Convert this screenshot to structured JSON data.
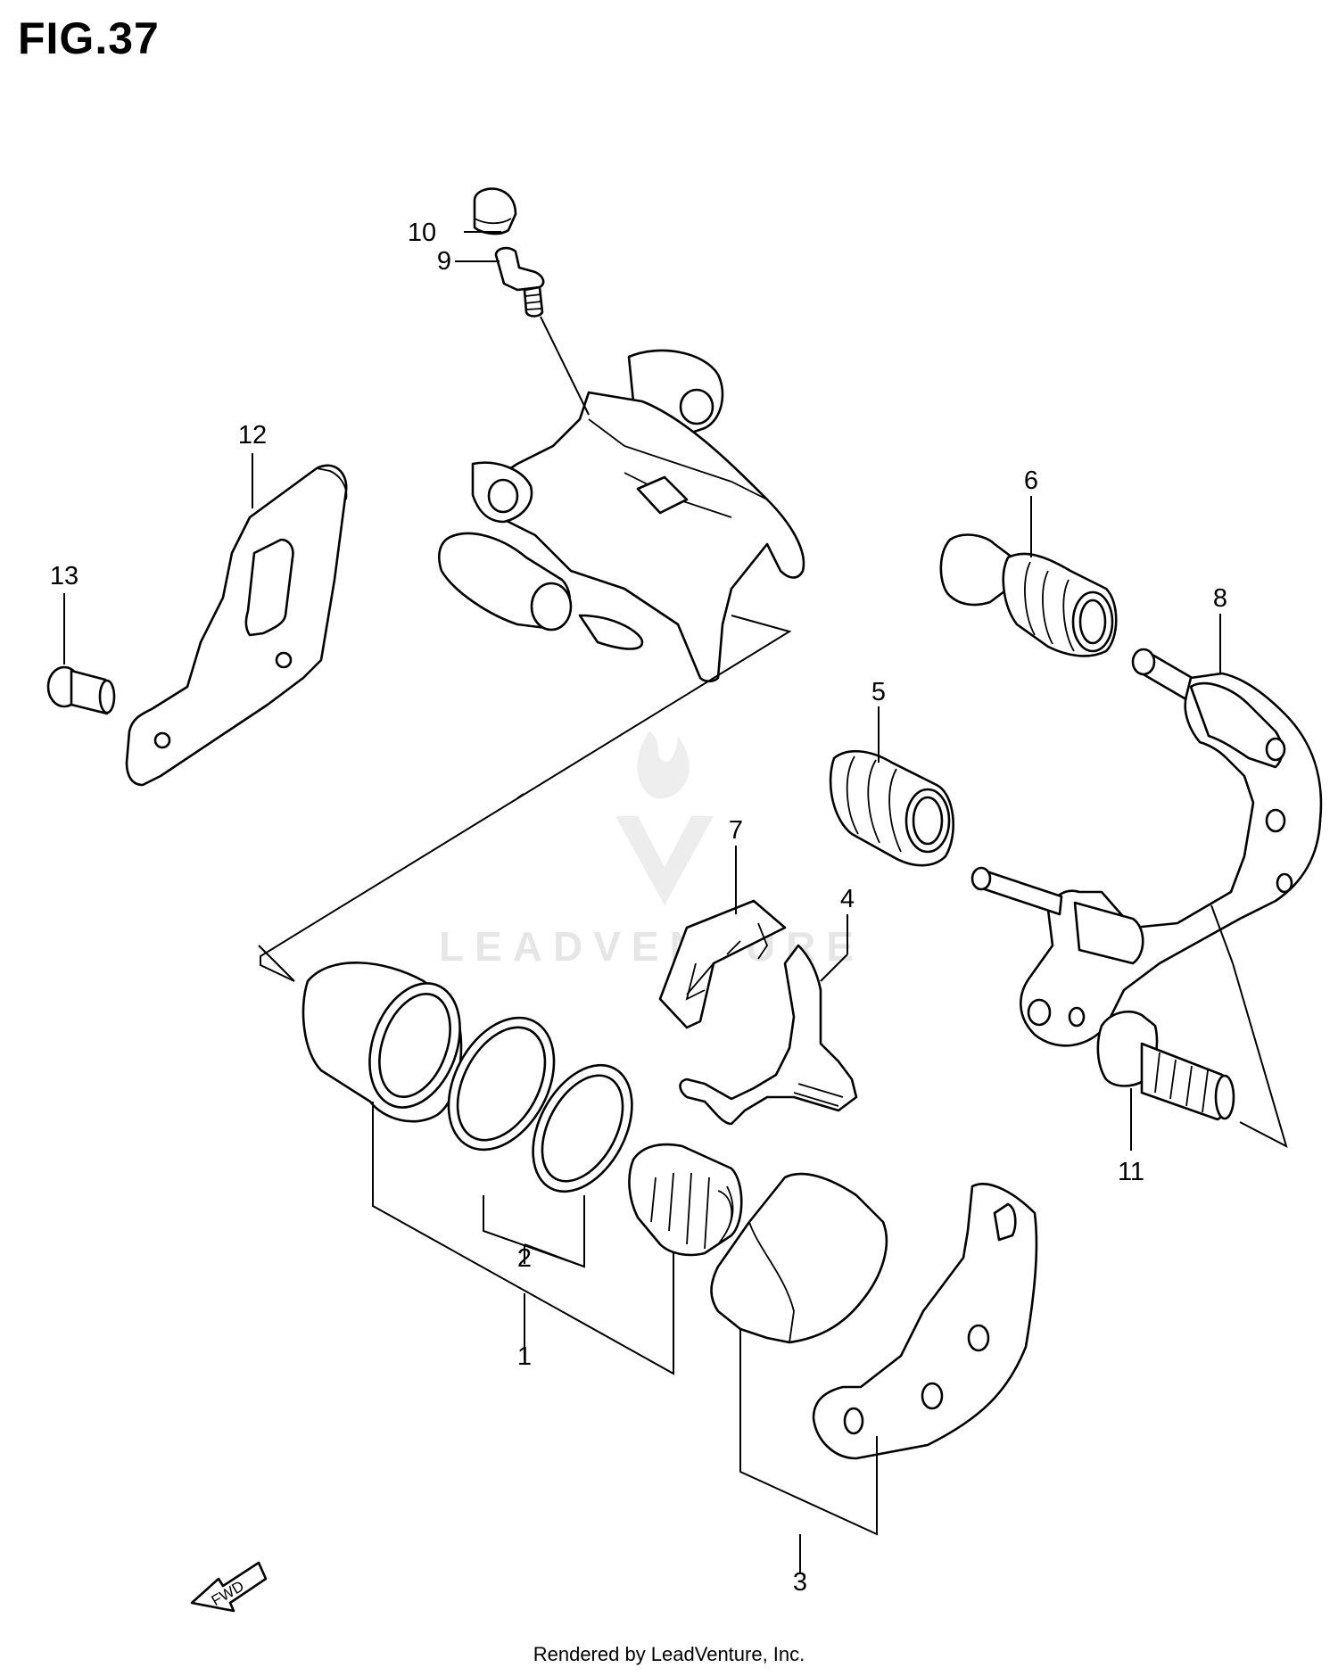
{
  "figure": {
    "title": "FIG.37"
  },
  "callouts": [
    "1",
    "2",
    "3",
    "4",
    "5",
    "6",
    "7",
    "8",
    "9",
    "10",
    "11",
    "12",
    "13"
  ],
  "direction_marker": {
    "label": "FWD"
  },
  "watermark": {
    "text": "LEADVENTURE"
  },
  "footer": {
    "text": "Rendered by LeadVenture, Inc."
  }
}
